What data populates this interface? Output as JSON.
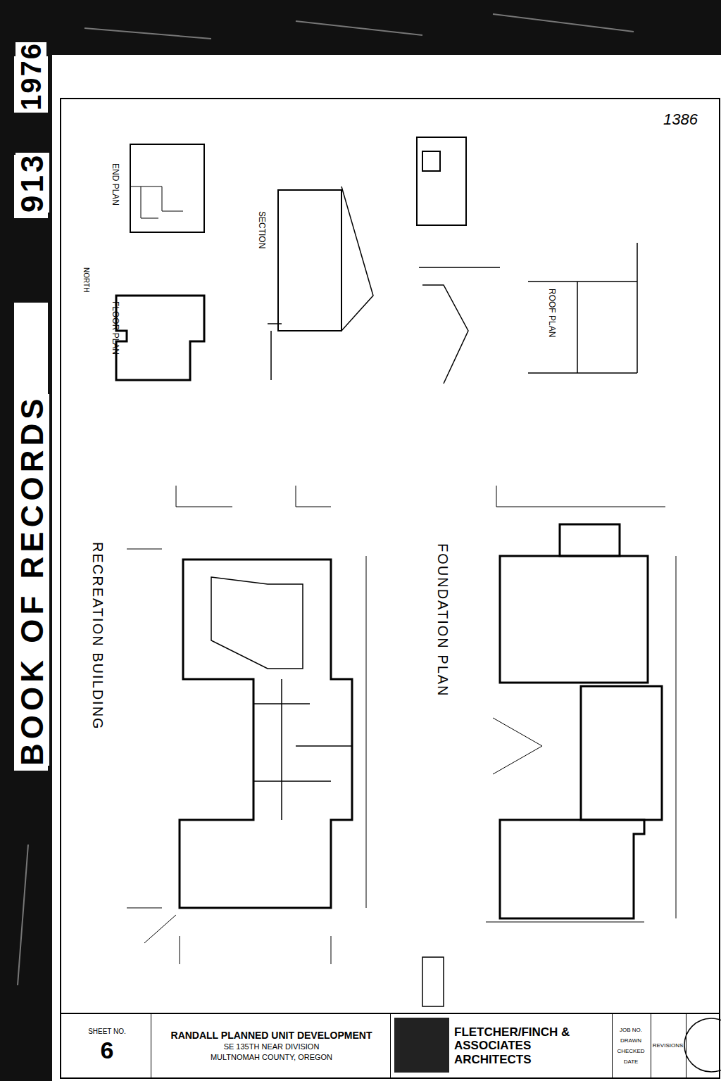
{
  "diagram": {
    "nodes": [
      {
        "text": [
          "SHEET NO.",
          "6"
        ]
      },
      {
        "text": [
          "RANDALL PLANNED UNIT DEVELOPMENT",
          "SE 135TH NEAR DIVISION",
          "MULTNOMAH COUNTY, OREGON"
        ]
      },
      {
        "text": [
          "FLETCHER/FINCH & ASSOCIATES ARCHITECTS"
        ]
      },
      {
        "text": [
          "JOB NO.",
          "DRAWN",
          "CHECKED",
          "DATE"
        ]
      },
      {
        "text": [
          "REVISIONS"
        ]
      }
    ],
    "labels": [
      "BOOK OF RECORDS",
      "913",
      "1976",
      "1386",
      "END PLAN",
      "FLOOR PLAN",
      "NORTH",
      "SECTION",
      "ROOF PLAN",
      "RECREATION BUILDING",
      "FOUNDATION PLAN"
    ]
  }
}
